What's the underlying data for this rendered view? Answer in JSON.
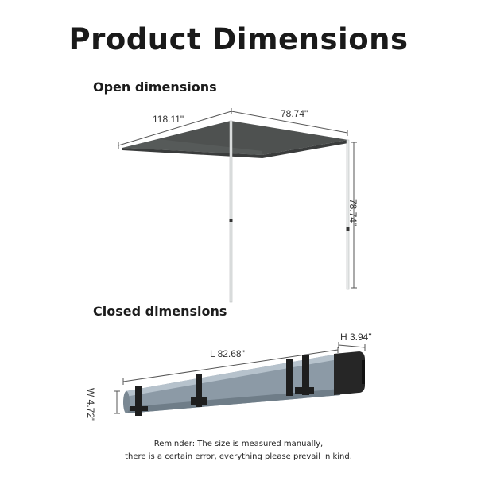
{
  "title": "Product Dimensions",
  "open_section": {
    "heading": "Open dimensions",
    "depth_label": "118.11\"",
    "width_label": "78.74\"",
    "height_label": "78.74\""
  },
  "closed_section": {
    "heading": "Closed dimensions",
    "length_label": "L 82.68\"",
    "height_label": "H 3.94\"",
    "width_label": "W 4.72\""
  },
  "reminder": {
    "line1": "Reminder: The size is measured manually,",
    "line2": "there is a certain error, everything please prevail in kind."
  },
  "colors": {
    "canopy": "#4e5150",
    "case": "#8c9aa6",
    "pole": "#e6e8e8",
    "strap": "#1e1e1e"
  }
}
